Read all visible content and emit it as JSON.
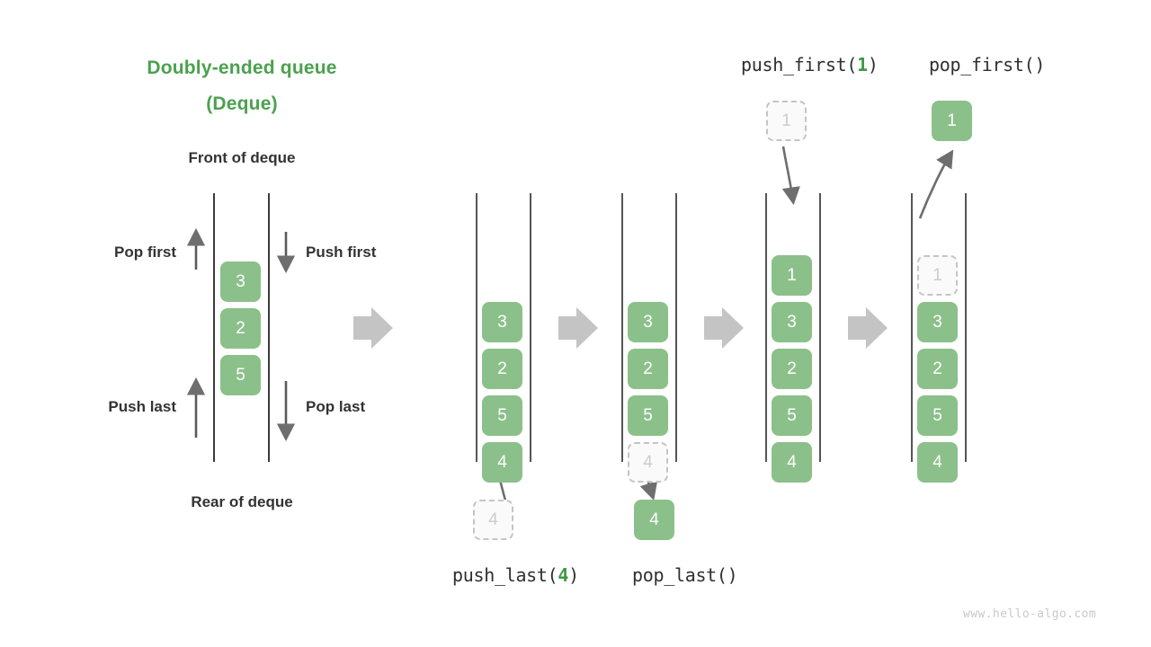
{
  "title": {
    "line1": "Doubly-ended queue",
    "line2": "(Deque)"
  },
  "labels": {
    "front": "Front of deque",
    "rear": "Rear of deque",
    "pop_first": "Pop first",
    "push_first": "Push first",
    "push_last": "Push last",
    "pop_last": "Pop last"
  },
  "operations": {
    "push_first": {
      "name": "push_first(",
      "arg": "1",
      "close": ")"
    },
    "pop_first": {
      "name": "pop_first()",
      "arg": "",
      "close": ""
    },
    "push_last": {
      "name": "push_last(",
      "arg": "4",
      "close": ")"
    },
    "pop_last": {
      "name": "pop_last()",
      "arg": "",
      "close": ""
    }
  },
  "colors": {
    "accent_green": "#4ba14e",
    "cell_green": "#8cc08a",
    "ghost_border": "#c4c4c4",
    "arrow_gray": "#bdbdbd",
    "line_gray": "#6e6e6e"
  },
  "overview_stack": {
    "values": [
      "3",
      "2",
      "5"
    ]
  },
  "steps": [
    {
      "id": "step-1",
      "values": [
        "3",
        "2",
        "5",
        "4"
      ],
      "ghost_index": -1,
      "detached": {
        "value": "4",
        "state": "ghost",
        "position": "bottom"
      }
    },
    {
      "id": "step-2",
      "values": [
        "3",
        "2",
        "5",
        "4"
      ],
      "ghost_index": 3,
      "detached": {
        "value": "4",
        "state": "solid",
        "position": "bottom"
      }
    },
    {
      "id": "step-3",
      "values": [
        "1",
        "3",
        "2",
        "5",
        "4"
      ],
      "ghost_index": -1,
      "detached": {
        "value": "1",
        "state": "ghost",
        "position": "top"
      }
    },
    {
      "id": "step-4",
      "values": [
        "1",
        "3",
        "2",
        "5",
        "4"
      ],
      "ghost_index": 0,
      "detached": {
        "value": "1",
        "state": "solid",
        "position": "top"
      }
    }
  ],
  "watermark": "www.hello-algo.com"
}
